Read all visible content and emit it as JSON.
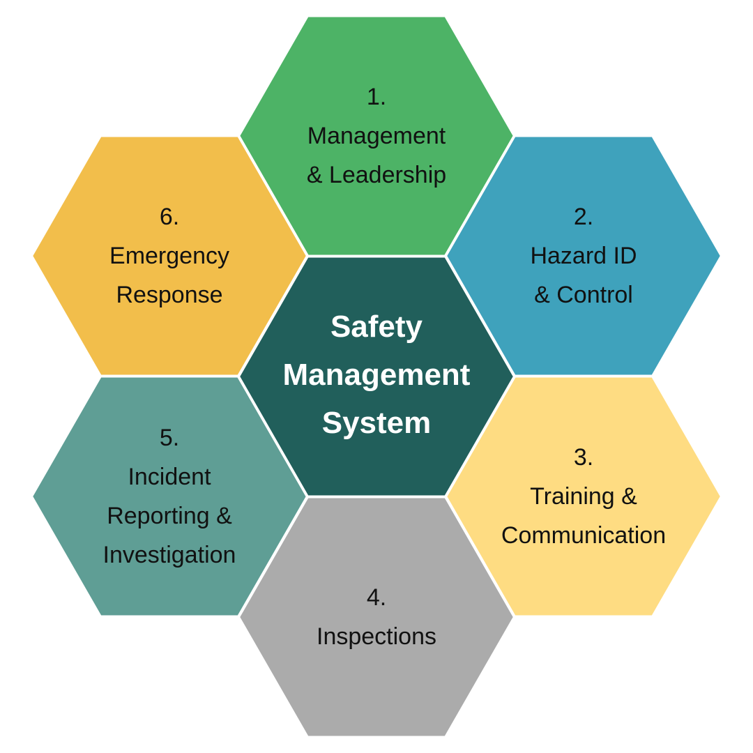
{
  "center": {
    "lines": [
      "Safety",
      "Management",
      "System"
    ],
    "color": "#215f5b"
  },
  "elements": [
    {
      "number": "1.",
      "lines": [
        "Management",
        "& Leadership"
      ],
      "color": "#4db366"
    },
    {
      "number": "2.",
      "lines": [
        "Hazard ID",
        "& Control"
      ],
      "color": "#3fa2bc"
    },
    {
      "number": "3.",
      "lines": [
        "Training &",
        "Communication"
      ],
      "color": "#fedc82"
    },
    {
      "number": "4.",
      "lines": [
        "Inspections"
      ],
      "color": "#ababab"
    },
    {
      "number": "5.",
      "lines": [
        "Incident",
        "Reporting &",
        "Investigation"
      ],
      "color": "#5f9e95"
    },
    {
      "number": "6.",
      "lines": [
        "Emergency",
        "Response"
      ],
      "color": "#f2be4b"
    }
  ]
}
